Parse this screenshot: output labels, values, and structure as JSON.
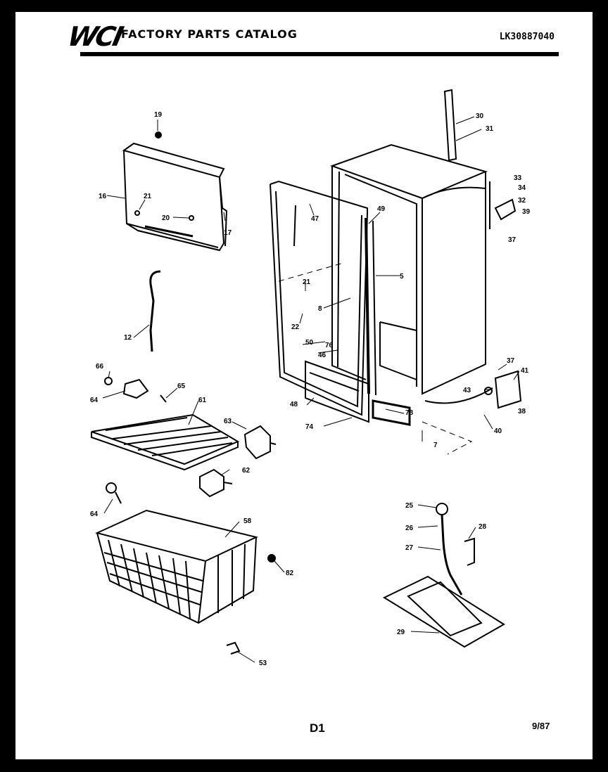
{
  "header": {
    "logo": "WCI",
    "title": "FACTORY PARTS CATALOG",
    "model": "LK30887040"
  },
  "footer": {
    "page_label": "D1",
    "date": "9/87"
  },
  "callouts": {
    "c_19": "19",
    "c_16": "16",
    "c_21a": "21",
    "c_20": "20",
    "c_17": "17",
    "c_12": "12",
    "c_30": "30",
    "c_31": "31",
    "c_33": "33",
    "c_34": "34",
    "c_32": "32",
    "c_39": "39",
    "c_37a": "37",
    "c_47": "47",
    "c_49": "49",
    "c_5": "5",
    "c_21b": "21",
    "c_8": "8",
    "c_22": "22",
    "c_50": "50",
    "c_76": "76",
    "c_46": "46",
    "c_37b": "37",
    "c_41": "41",
    "c_43": "43",
    "c_38": "38",
    "c_48": "48",
    "c_78": "78",
    "c_74": "74",
    "c_40": "40",
    "c_7": "7",
    "c_65": "65",
    "c_66": "66",
    "c_64a": "64",
    "c_61": "61",
    "c_63": "63",
    "c_62": "62",
    "c_64b": "64",
    "c_58": "58",
    "c_82": "82",
    "c_53": "53",
    "c_25": "25",
    "c_26": "26",
    "c_27": "27",
    "c_28": "28",
    "c_29": "29"
  }
}
